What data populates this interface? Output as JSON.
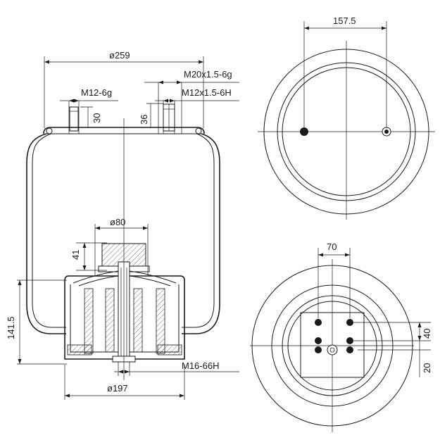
{
  "side_view": {
    "dims": {
      "top_diameter": "ø259",
      "thread_large": "M20x1.5-6g",
      "thread_left": "M12-6g",
      "thread_small": "M12x1.5-6H",
      "stud_height_left": "30",
      "stud_height_right": "36",
      "piston_diameter": "ø80",
      "piston_height": "41",
      "total_height": "141.5",
      "bottom_thread": "M16-66H",
      "base_diameter": "ø197"
    }
  },
  "top_plan_view": {
    "dims": {
      "hole_spacing": "157.5"
    }
  },
  "bottom_plan_view": {
    "dims": {
      "hole_spacing_x": "70",
      "hole_spacing_y": "40",
      "offset_y": "20"
    }
  }
}
